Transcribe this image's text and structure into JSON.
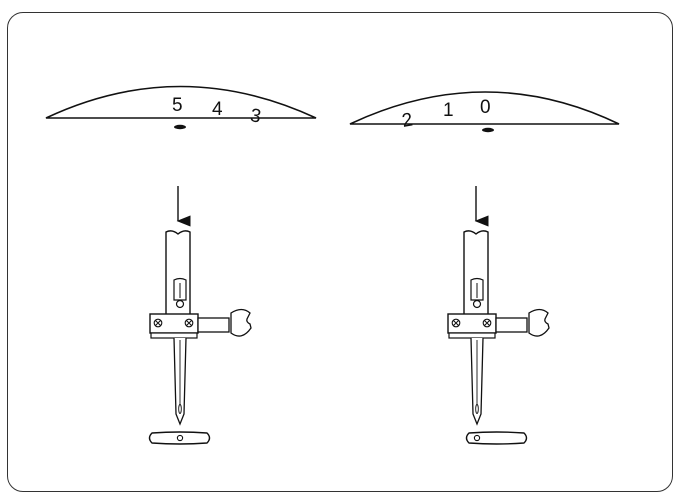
{
  "left_figure": {
    "dial_numbers": [
      "5",
      "4",
      "3"
    ],
    "needle_position": "5"
  },
  "right_figure": {
    "dial_numbers": [
      "2",
      "1",
      "0"
    ],
    "needle_position": "0"
  },
  "colors": {
    "line": "#111111",
    "background": "#ffffff"
  }
}
